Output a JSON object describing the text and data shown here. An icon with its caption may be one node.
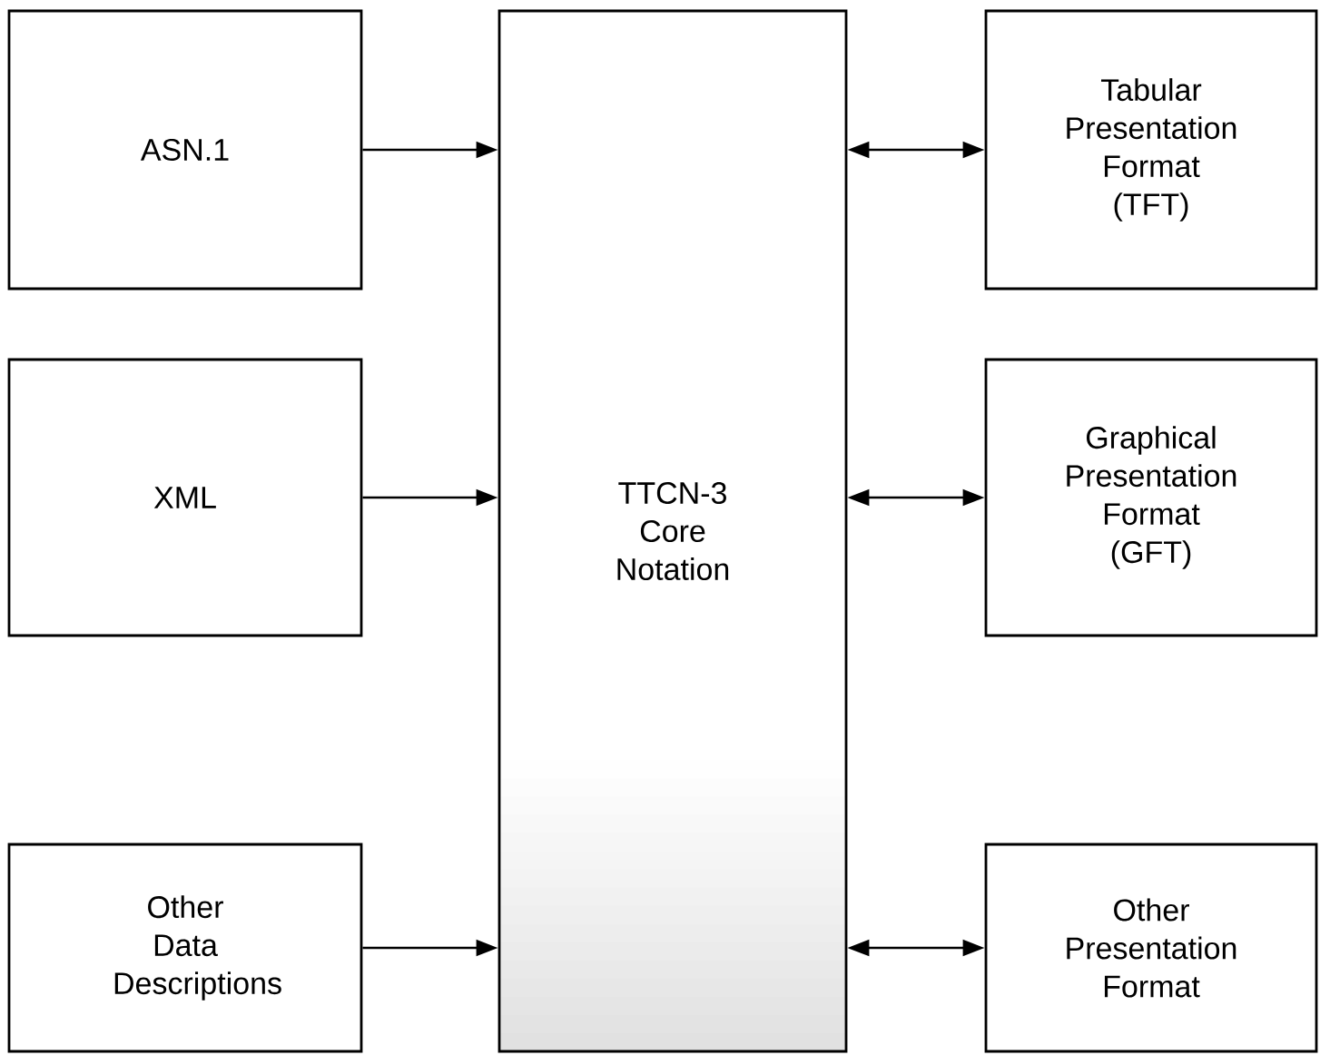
{
  "diagram": {
    "nodes": [
      {
        "text": [
          "ASN.1"
        ]
      },
      {
        "text": [
          "XML"
        ]
      },
      {
        "text": [
          "Other Data Descriptions"
        ]
      },
      {
        "text": [
          "TTCN-3 Core Notation"
        ]
      },
      {
        "text": [
          "Tabular Presentation Format (TFT)"
        ]
      },
      {
        "text": [
          "Graphical Presentation Format (GFT)"
        ]
      },
      {
        "text": [
          "Other Presentation Format"
        ]
      }
    ],
    "edges": [
      {
        "from": 0,
        "to": 3,
        "arrow": "to"
      },
      {
        "from": 1,
        "to": 3,
        "arrow": "to"
      },
      {
        "from": 2,
        "to": 3,
        "arrow": "to"
      },
      {
        "from": 3,
        "to": 4,
        "arrow": "both"
      },
      {
        "from": 3,
        "to": 5,
        "arrow": "both"
      },
      {
        "from": 3,
        "to": 6,
        "arrow": "both"
      }
    ]
  }
}
